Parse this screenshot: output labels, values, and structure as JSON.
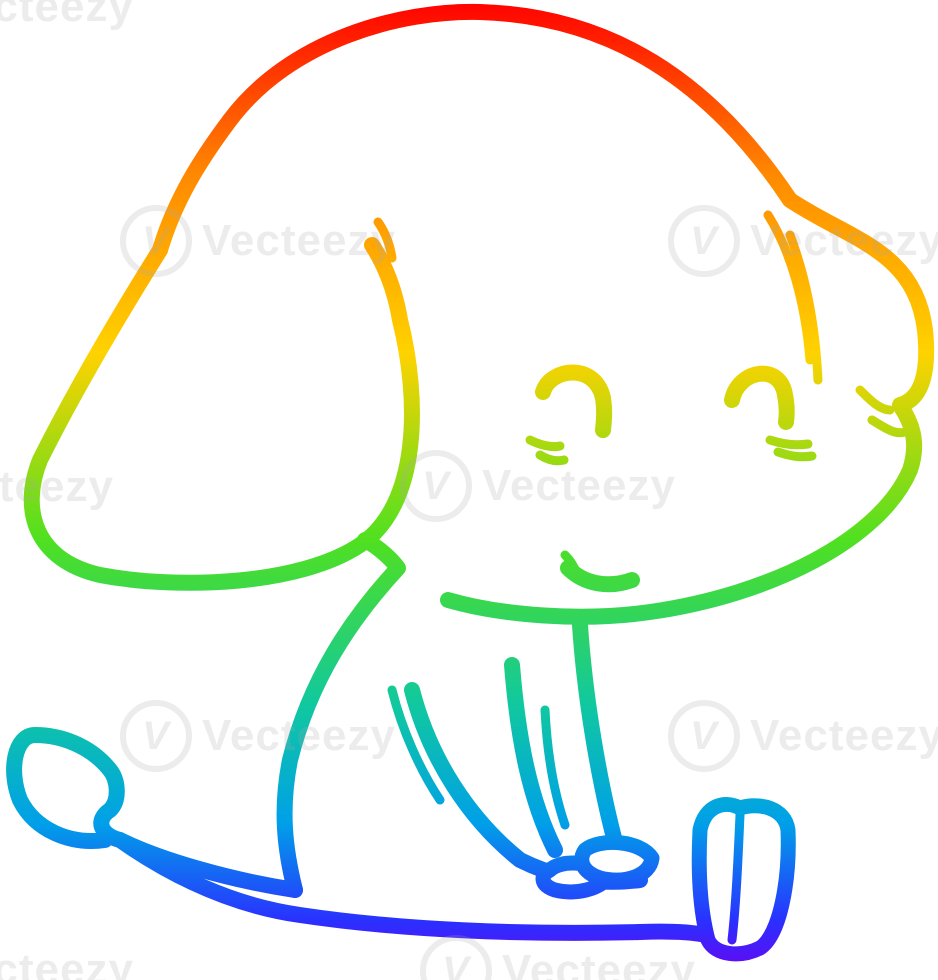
{
  "image": {
    "subject": "cartoon-smiling-elephant-sitting",
    "line_style": "rainbow-gradient-outline",
    "background_color": "#ffffff",
    "gradient_colors": [
      "#ff0000",
      "#ff9000",
      "#ffe000",
      "#40e020",
      "#00b8e0",
      "#2020ff",
      "#7000f0"
    ]
  },
  "watermark": {
    "text": "Vecteezy",
    "logo_glyph": "V"
  }
}
